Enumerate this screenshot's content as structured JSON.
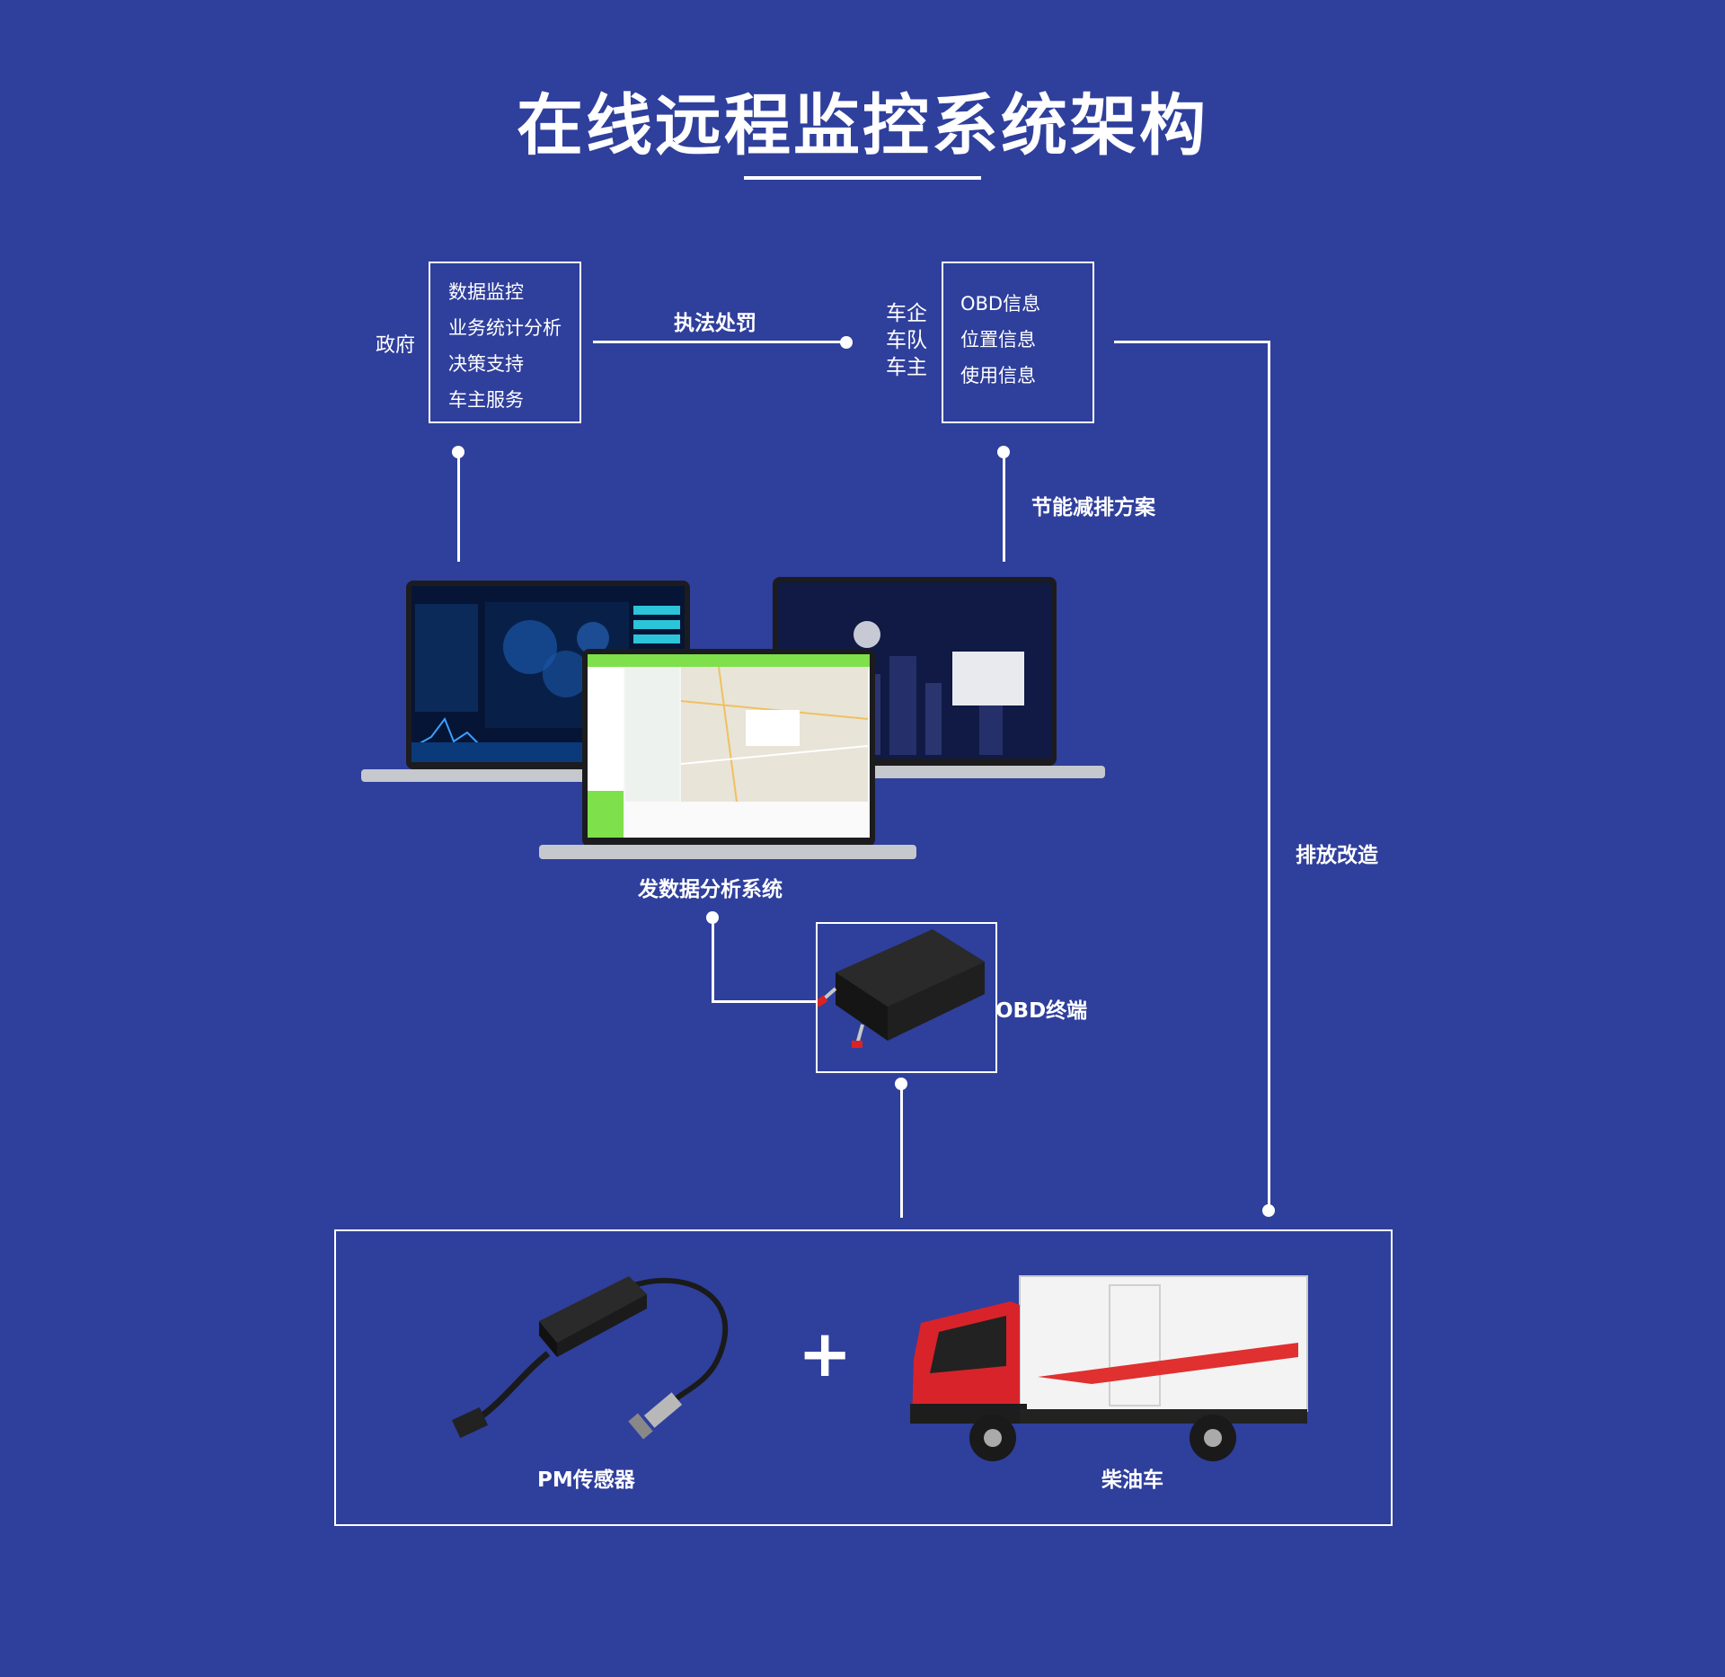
{
  "title": "在线远程监控系统架构",
  "government": {
    "label": "政府",
    "items": [
      "数据监控",
      "业务统计分析",
      "决策支持",
      "车主服务"
    ]
  },
  "enforcement_label": "执法处罚",
  "enterprise": {
    "labels": [
      "车企",
      "车队",
      "车主"
    ],
    "items": [
      "OBD信息",
      "位置信息",
      "使用信息"
    ]
  },
  "energy_label": "节能减排方案",
  "emission_retrofit_label": "排放改造",
  "analysis_system_label": "发数据分析系统",
  "obd_terminal_label": "OBD终端",
  "plus_sign": "+",
  "pm_sensor_label": "PM传感器",
  "diesel_truck_label": "柴油车",
  "colors": {
    "background": "#2f3f9c",
    "line": "#ffffff",
    "screen_green": "#7ee04a"
  }
}
